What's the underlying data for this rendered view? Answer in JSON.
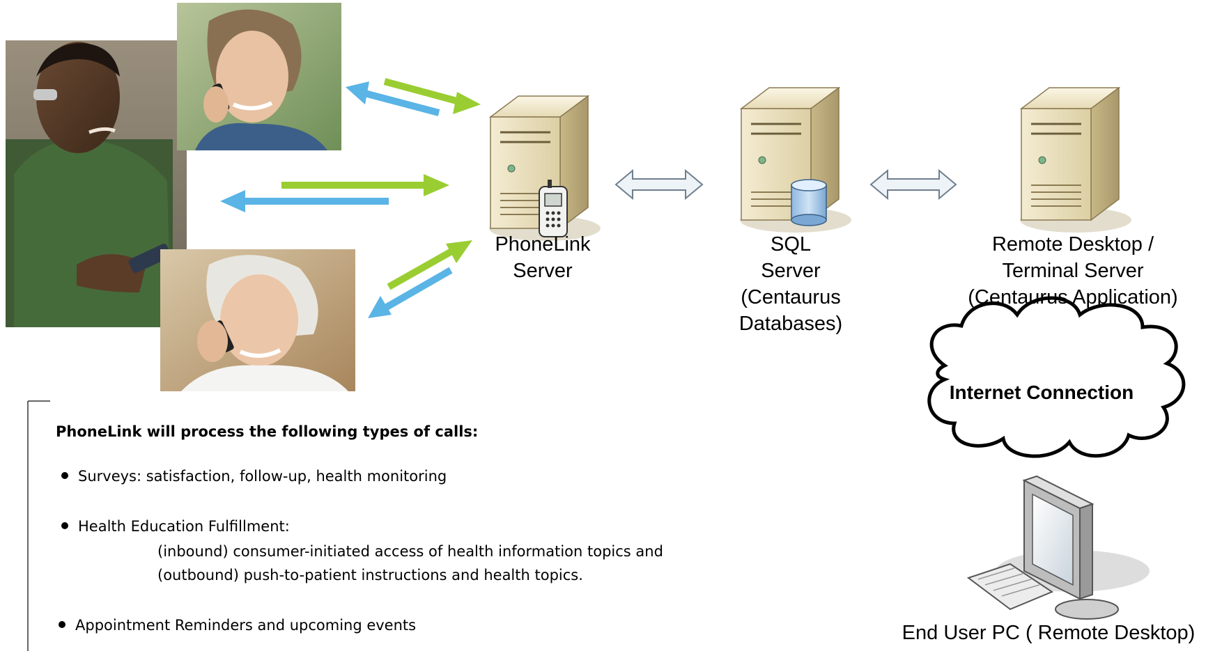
{
  "nodes": {
    "phonelink": {
      "line1": "PhoneLink",
      "line2": "Server"
    },
    "sql": {
      "line1": "SQL",
      "line2": "Server",
      "line3": "(Centaurus",
      "line4": "Databases)"
    },
    "remote": {
      "line1": "Remote Desktop /",
      "line2": "Terminal Server",
      "line3": "(Centaurus Application)"
    },
    "cloud": {
      "label": "Internet Connection"
    },
    "end_user": {
      "label": "End User PC ( Remote Desktop)"
    }
  },
  "note": {
    "heading": "PhoneLink will process the following types of calls:",
    "items": [
      {
        "label": "Surveys: satisfaction, follow-up, health monitoring"
      },
      {
        "label": "Health Education Fulfillment:",
        "sub": [
          "(inbound) consumer-initiated access of health information topics and",
          "(outbound) push-to-patient instructions and health topics."
        ]
      },
      {
        "label": "Appointment Reminders and upcoming events"
      }
    ]
  },
  "colors": {
    "arrow_green": "#9ACD32",
    "arrow_blue": "#5AB4E5",
    "server_body": "#E8DDB8",
    "server_side": "#C9B98A"
  }
}
